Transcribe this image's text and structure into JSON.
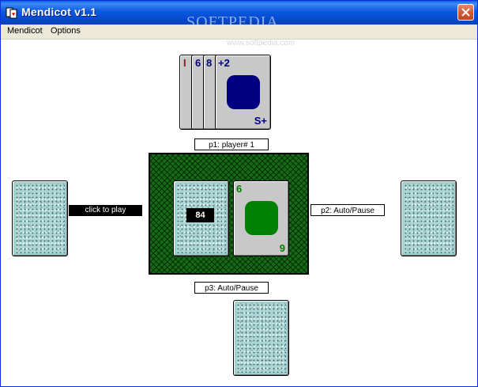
{
  "window": {
    "title": "Mendicot v1.1",
    "watermark": "SOFTPEDIA",
    "watermark_url": "www.softpedia.com"
  },
  "menu": [
    "Mendicot",
    "Options"
  ],
  "players": {
    "p1": "p1: player# 1",
    "p2": "p2: Auto/Pause",
    "p3": "p3: Auto/Pause"
  },
  "click_to_play": "click to play",
  "score": "84",
  "hand_p1": [
    {
      "rank": "I",
      "color": "#8b1a1a"
    },
    {
      "rank": "6",
      "color": "#000080"
    },
    {
      "rank": "8",
      "color": "#000080"
    },
    {
      "rank": "+2",
      "rank_bottom": "S+",
      "color": "#000080"
    }
  ],
  "played_card": {
    "rank": "6",
    "rank_bottom": "9",
    "color": "#008000"
  },
  "colors": {
    "blue": "#000080",
    "green": "#008000",
    "table": "#156b15"
  },
  "icons": [
    "app-icon",
    "close-icon"
  ]
}
